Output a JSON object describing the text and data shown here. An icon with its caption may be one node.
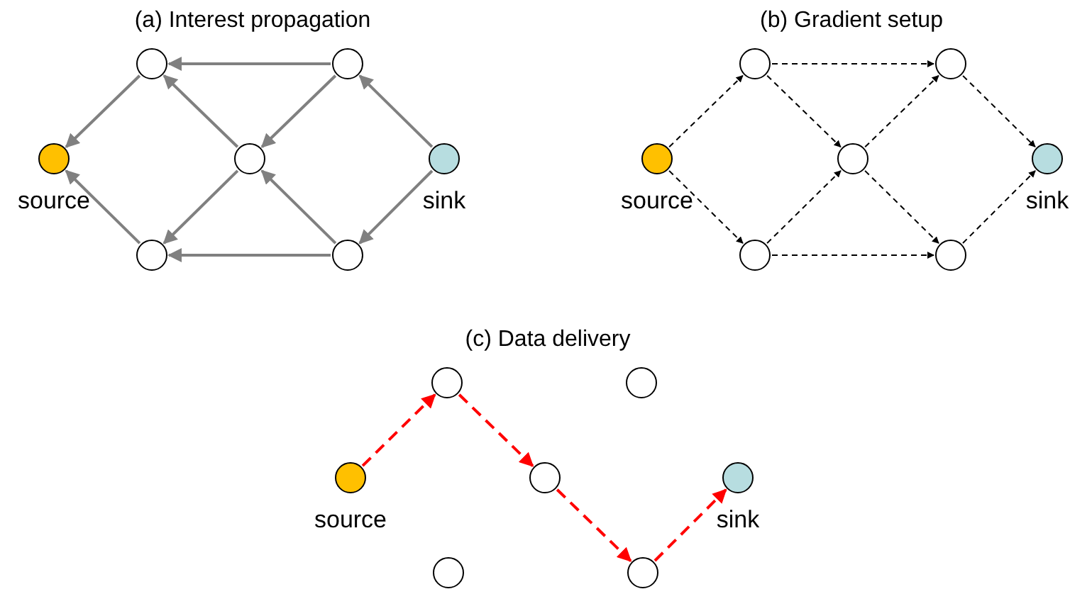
{
  "diagram": {
    "nodes": [
      {
        "text": [],
        "shape": "circle"
      },
      {
        "text": [],
        "shape": "circle"
      },
      {
        "text": [],
        "shape": "circle",
        "beside": [
          "source"
        ]
      },
      {
        "text": [],
        "shape": "circle"
      },
      {
        "text": [],
        "shape": "circle",
        "beside": [
          "sink"
        ]
      },
      {
        "text": [],
        "shape": "circle"
      },
      {
        "text": [],
        "shape": "circle"
      },
      {
        "text": [],
        "shape": "circle"
      },
      {
        "text": [],
        "shape": "circle"
      },
      {
        "text": [],
        "shape": "circle",
        "beside": [
          "source"
        ]
      },
      {
        "text": [],
        "shape": "circle"
      },
      {
        "text": [],
        "shape": "circle",
        "beside": [
          "sink"
        ]
      },
      {
        "text": [],
        "shape": "circle"
      },
      {
        "text": [],
        "shape": "circle"
      },
      {
        "text": [],
        "shape": "circle"
      },
      {
        "text": [],
        "shape": "circle"
      },
      {
        "text": [],
        "shape": "circle",
        "beside": [
          "source"
        ]
      },
      {
        "text": [],
        "shape": "circle"
      },
      {
        "text": [],
        "shape": "circle",
        "beside": [
          "sink"
        ]
      },
      {
        "text": [],
        "shape": "circle"
      },
      {
        "text": [],
        "shape": "circle"
      }
    ],
    "edges": [
      {
        "from": 1,
        "to": 0,
        "arrow": "to",
        "color": "#808080"
      },
      {
        "from": 0,
        "to": 2,
        "arrow": "to",
        "color": "#808080"
      },
      {
        "from": 1,
        "to": 3,
        "arrow": "to",
        "color": "#808080"
      },
      {
        "from": 3,
        "to": 0,
        "arrow": "to",
        "color": "#808080"
      },
      {
        "from": 4,
        "to": 1,
        "arrow": "to",
        "color": "#808080"
      },
      {
        "from": 4,
        "to": 6,
        "arrow": "to",
        "color": "#808080"
      },
      {
        "from": 6,
        "to": 3,
        "arrow": "to",
        "color": "#808080"
      },
      {
        "from": 3,
        "to": 5,
        "arrow": "to",
        "color": "#808080"
      },
      {
        "from": 5,
        "to": 2,
        "arrow": "to",
        "color": "#808080"
      },
      {
        "from": 6,
        "to": 5,
        "arrow": "to",
        "color": "#808080"
      },
      {
        "from": 9,
        "to": 7,
        "arrow": "to",
        "style": "dashed",
        "color": "#000000"
      },
      {
        "from": 9,
        "to": 12,
        "arrow": "to",
        "style": "dashed",
        "color": "#000000"
      },
      {
        "from": 7,
        "to": 8,
        "arrow": "to",
        "style": "dashed",
        "color": "#000000"
      },
      {
        "from": 7,
        "to": 10,
        "arrow": "to",
        "style": "dashed",
        "color": "#000000"
      },
      {
        "from": 12,
        "to": 10,
        "arrow": "to",
        "style": "dashed",
        "color": "#000000"
      },
      {
        "from": 12,
        "to": 13,
        "arrow": "to",
        "style": "dashed",
        "color": "#000000"
      },
      {
        "from": 10,
        "to": 8,
        "arrow": "to",
        "style": "dashed",
        "color": "#000000"
      },
      {
        "from": 10,
        "to": 13,
        "arrow": "to",
        "style": "dashed",
        "color": "#000000"
      },
      {
        "from": 8,
        "to": 11,
        "arrow": "to",
        "style": "dashed",
        "color": "#000000"
      },
      {
        "from": 13,
        "to": 11,
        "arrow": "to",
        "style": "dashed",
        "color": "#000000"
      },
      {
        "from": 16,
        "to": 14,
        "arrow": "to",
        "style": "dashed",
        "color": "#ff0000"
      },
      {
        "from": 14,
        "to": 17,
        "arrow": "to",
        "style": "dashed",
        "color": "#ff0000"
      },
      {
        "from": 17,
        "to": 20,
        "arrow": "to",
        "style": "dashed",
        "color": "#ff0000"
      },
      {
        "from": 20,
        "to": 18,
        "arrow": "to",
        "style": "dashed",
        "color": "#ff0000"
      }
    ],
    "labels": [
      "(a) Interest propagation",
      "(b) Gradient setup",
      "(c) Data delivery"
    ]
  }
}
